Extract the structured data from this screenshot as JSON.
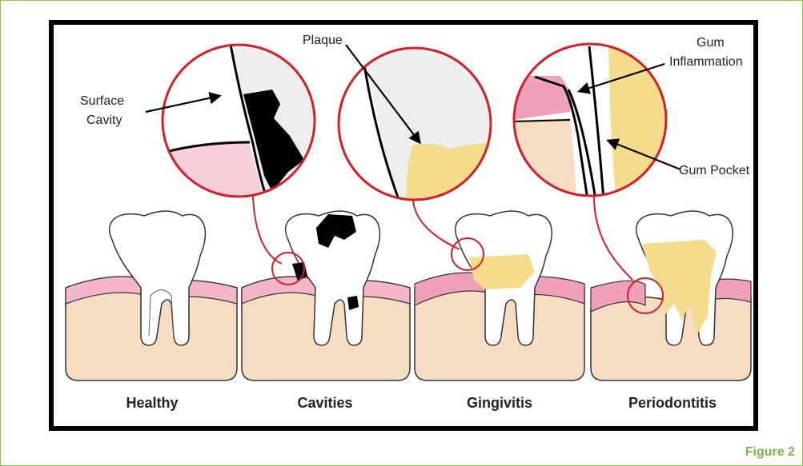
{
  "stages": [
    "Healthy",
    "Cavities",
    "Gingivitis",
    "Periodontitis"
  ],
  "callouts": {
    "surface_cavity": [
      "Surface",
      "Cavity"
    ],
    "plaque": "Plaque",
    "gum_inflammation": [
      "Gum",
      "Inflammation"
    ],
    "gum_pocket": "Gum Pocket"
  },
  "figure_caption": "Figure 2",
  "colors": {
    "frame_border": "#8cc63f",
    "caption": "#7ab648",
    "gum": "#f4b6c8",
    "bone": "#f6dcc3",
    "plaque": "#f5dc8c",
    "cavity": "#000000",
    "callout_line": "#d32026"
  }
}
